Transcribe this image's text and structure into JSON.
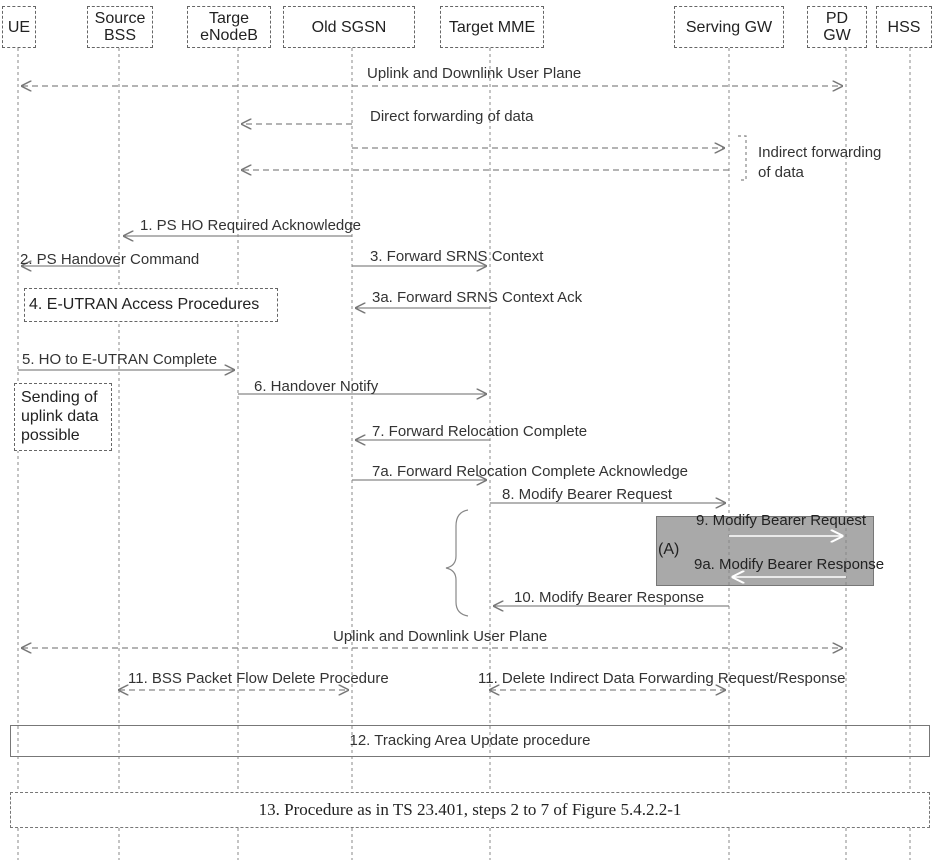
{
  "participants": [
    {
      "id": "ue",
      "lines": [
        "UE"
      ]
    },
    {
      "id": "source-bss",
      "lines": [
        "Source",
        "BSS"
      ]
    },
    {
      "id": "target-enodeb",
      "lines": [
        "Targe",
        "eNodeB"
      ]
    },
    {
      "id": "old-sgsn",
      "lines": [
        "Old SGSN"
      ]
    },
    {
      "id": "target-mme",
      "lines": [
        "Target MME"
      ]
    },
    {
      "id": "serving-gw",
      "lines": [
        "Serving GW"
      ]
    },
    {
      "id": "pdn-gw",
      "lines": [
        "PD",
        "GW"
      ]
    },
    {
      "id": "hss",
      "lines": [
        "HSS"
      ]
    }
  ],
  "messages": {
    "user_plane_top": "Uplink and Downlink User Plane",
    "direct_fwd": "Direct forwarding of data",
    "indirect_fwd_1": "Indirect forwarding",
    "indirect_fwd_2": "of data",
    "m1": "1. PS HO Required Acknowledge",
    "m2": "2. PS Handover Command",
    "m3": "3. Forward SRNS Context",
    "m3a": "3a. Forward SRNS Context Ack",
    "m4": "4. E-UTRAN Access Procedures",
    "m5": "5. HO to E-UTRAN Complete",
    "m6": "6. Handover Notify",
    "sending_1": "Sending of",
    "sending_2": "uplink data",
    "sending_3": "possible",
    "m7": "7. Forward Relocation Complete",
    "m7a": "7a. Forward Relocation Complete Acknowledge",
    "m8": "8. Modify Bearer Request",
    "m9": "9. Modify Bearer Request",
    "m9a": "9a. Modify Bearer Response",
    "label_a": "(A)",
    "m10": "10. Modify Bearer Response",
    "user_plane_bottom": "Uplink and Downlink User Plane",
    "m11a": "11. BSS Packet Flow Delete Procedure",
    "m11b": "11. Delete Indirect Data Forwarding Request/Response",
    "m12": "12. Tracking Area Update procedure",
    "m13": "13. Procedure as in TS 23.401, steps 2 to 7 of Figure 5.4.2.2-1"
  }
}
